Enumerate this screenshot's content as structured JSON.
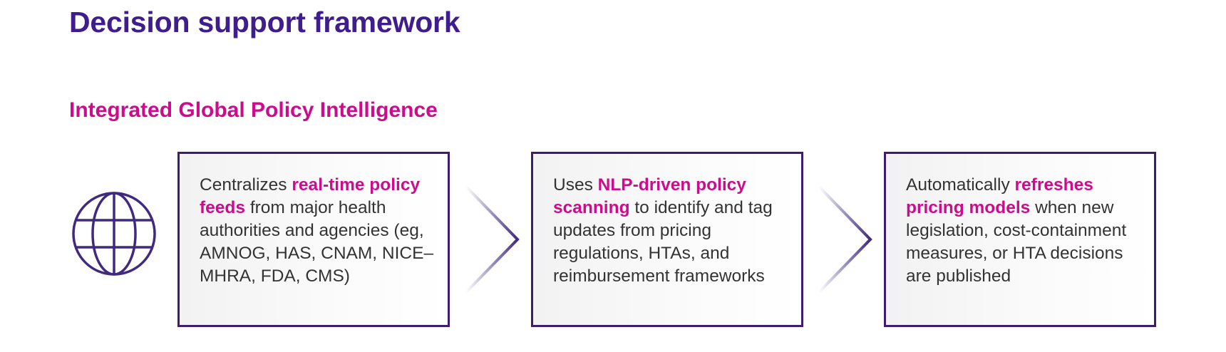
{
  "header": {
    "title": "Decision support framework",
    "subtitle": "Integrated Global Policy Intelligence"
  },
  "colors": {
    "title": "#3f1d8c",
    "accent": "#cc0c8d",
    "border": "#3f1d6e",
    "body_text": "#333333"
  },
  "icon": {
    "name": "globe-icon"
  },
  "steps": [
    {
      "pre": "Centralizes ",
      "highlight": "real-time policy feeds",
      "post": " from major health authorities and agencies (eg, AMNOG, HAS, CNAM, NICE–MHRA, FDA, CMS)"
    },
    {
      "pre": "Uses ",
      "highlight": "NLP-driven policy scanning",
      "post": " to identify and tag updates from pricing regulations, HTAs, and reimbursement frameworks"
    },
    {
      "pre": "Automatically ",
      "highlight": "refreshes pricing models",
      "post": " when new legislation, cost-containment measures, or HTA decisions are published"
    }
  ]
}
